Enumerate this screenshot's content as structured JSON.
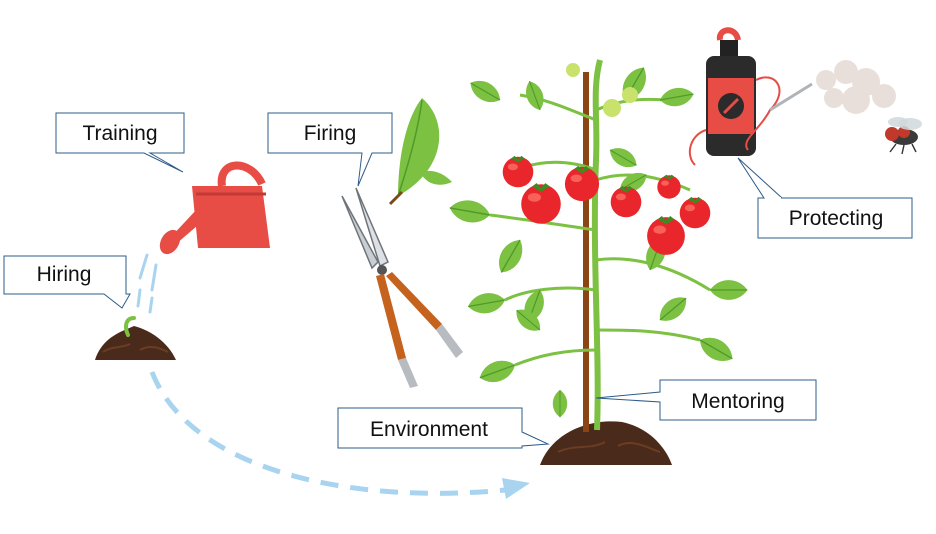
{
  "labels": {
    "hiring": "Hiring",
    "training": "Training",
    "firing": "Firing",
    "protecting": "Protecting",
    "environment": "Environment",
    "mentoring": "Mentoring"
  },
  "icons": {
    "seedling": "seedling-icon",
    "watering_can": "watering-can-icon",
    "pruning_shears": "pruning-shears-icon",
    "leaf": "leaf-icon",
    "tomato_plant": "tomato-plant-icon",
    "sprayer": "pesticide-sprayer-icon",
    "fly": "fly-icon"
  },
  "colors": {
    "callout_border": "#2e5c8a",
    "leaf_green": "#7cc142",
    "tomato_red": "#e8262b",
    "can_red": "#e74c45",
    "soil_brown": "#4a2a1a",
    "path_blue": "#a8d4f0",
    "stake_brown": "#8b4513"
  }
}
